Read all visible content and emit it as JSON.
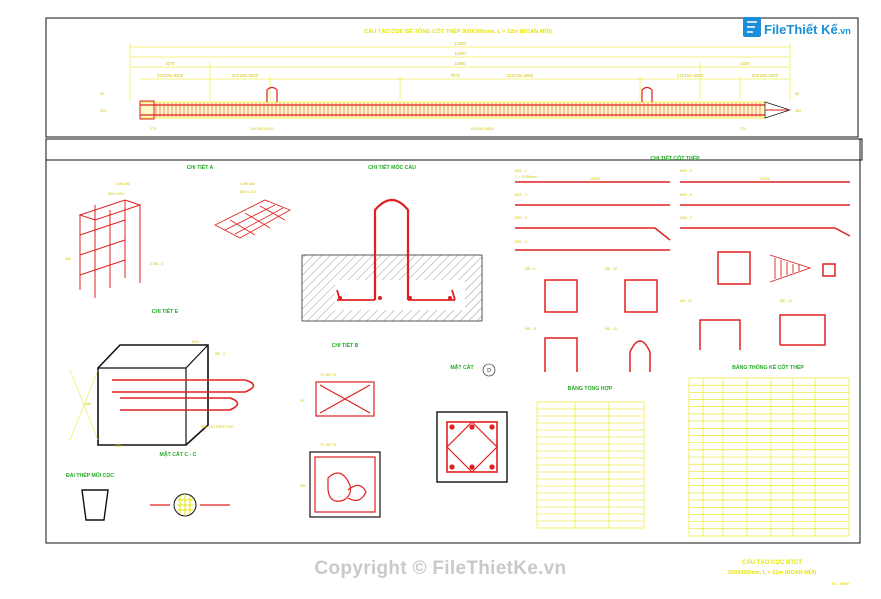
{
  "header": {
    "title": "CẤU TẠO CỌC BÊ TÔNG CỐT THÉP 300X300mm, L = 12m (ĐOẠN MŨI)",
    "dims": [
      "12000",
      "11900",
      "11800",
      "3375",
      "7675",
      "2325",
      "32X100=3200",
      "32X100=3200",
      "31X150=4650",
      "17X150=2550",
      "20X100=2000"
    ]
  },
  "details": {
    "detail_a": "CHI TIẾT A",
    "detail_hook": "CHI TIẾT MÓC CẨU",
    "detail_rebar": "CHI TIẾT CỐT THÉP",
    "detail_e": "CHI TIẾT E",
    "detail_b": "CHI TIẾT B",
    "section_d": "MẶT CẮT",
    "section_d_marker": "D",
    "section_cc": "MẶT CẮT C - C",
    "tip_steel": "ĐAI THÉP MŨI CỌC",
    "total_table": "BẢNG TỔNG HỢP",
    "rebar_table": "BẢNG THỐNG KÊ CỐT THÉP"
  },
  "title_block": {
    "line1": "CẤU TẠO CỌC BTCT",
    "line2": "300X300mm, L = 12m (ĐOẠN MŨI)",
    "sheet_no": "TK - 0000"
  },
  "logo": {
    "prefix": "File",
    "brand": "Thiết Kế",
    "suffix": ".vn"
  },
  "watermark": "Copyright © FileThietKe.vn",
  "colors": {
    "frame": "#111111",
    "rebar": "#e02020",
    "annotation": "#e6e600",
    "heading": "#22aa22",
    "logo_blue": "#1a8fd8"
  }
}
